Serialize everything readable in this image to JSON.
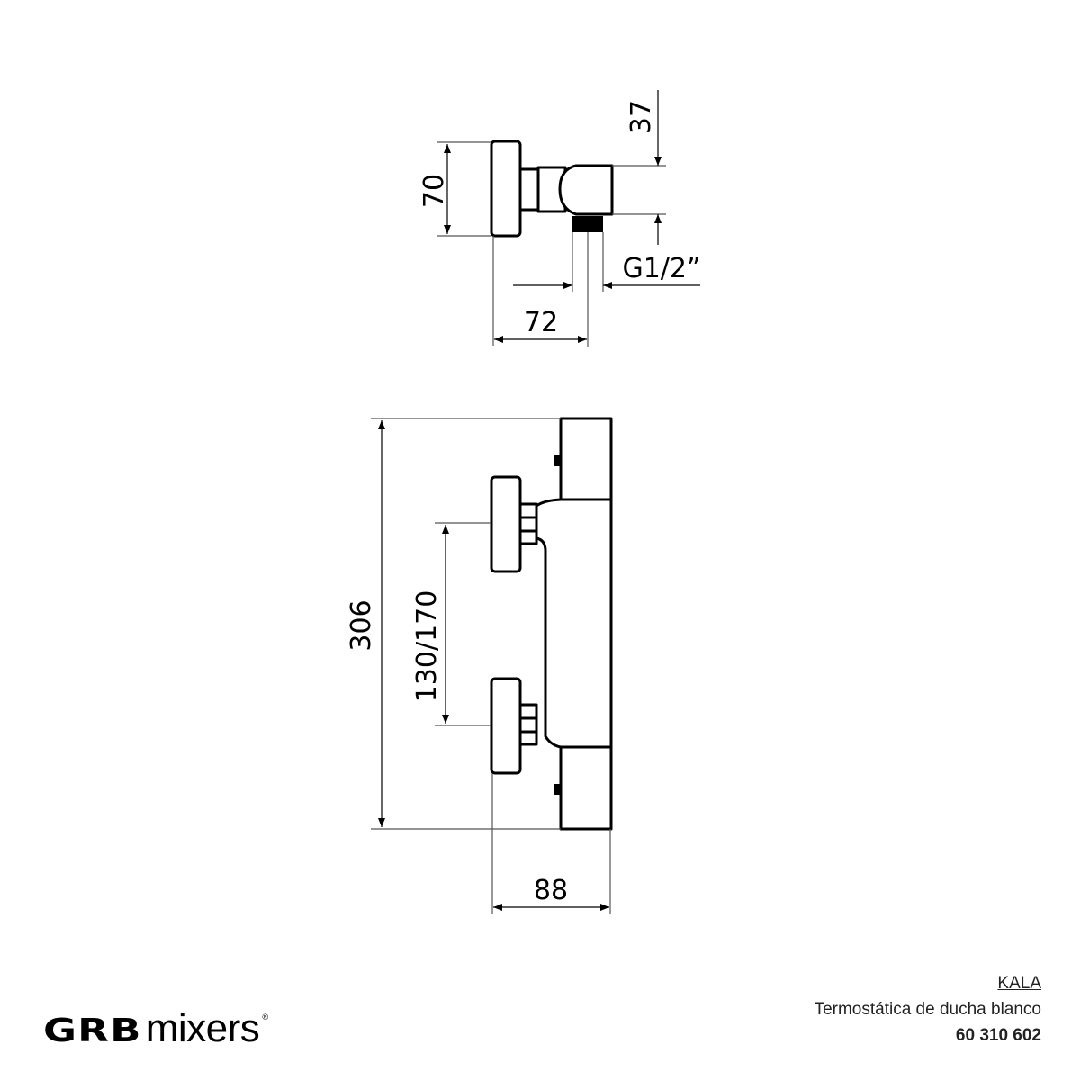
{
  "drawing": {
    "side_view": {
      "dim_height": "70",
      "dim_outlet_offset": "37",
      "dim_thread": "G1/2”",
      "dim_depth": "72"
    },
    "front_view": {
      "dim_total_height": "306",
      "dim_inlet_spacing": "130/170",
      "dim_depth": "88"
    }
  },
  "brand": {
    "logo_bold": "GRB",
    "logo_light": "mixers",
    "registered": "®"
  },
  "product": {
    "name": "KALA",
    "description": "Termostática de ducha blanco",
    "code": "60 310 602"
  }
}
